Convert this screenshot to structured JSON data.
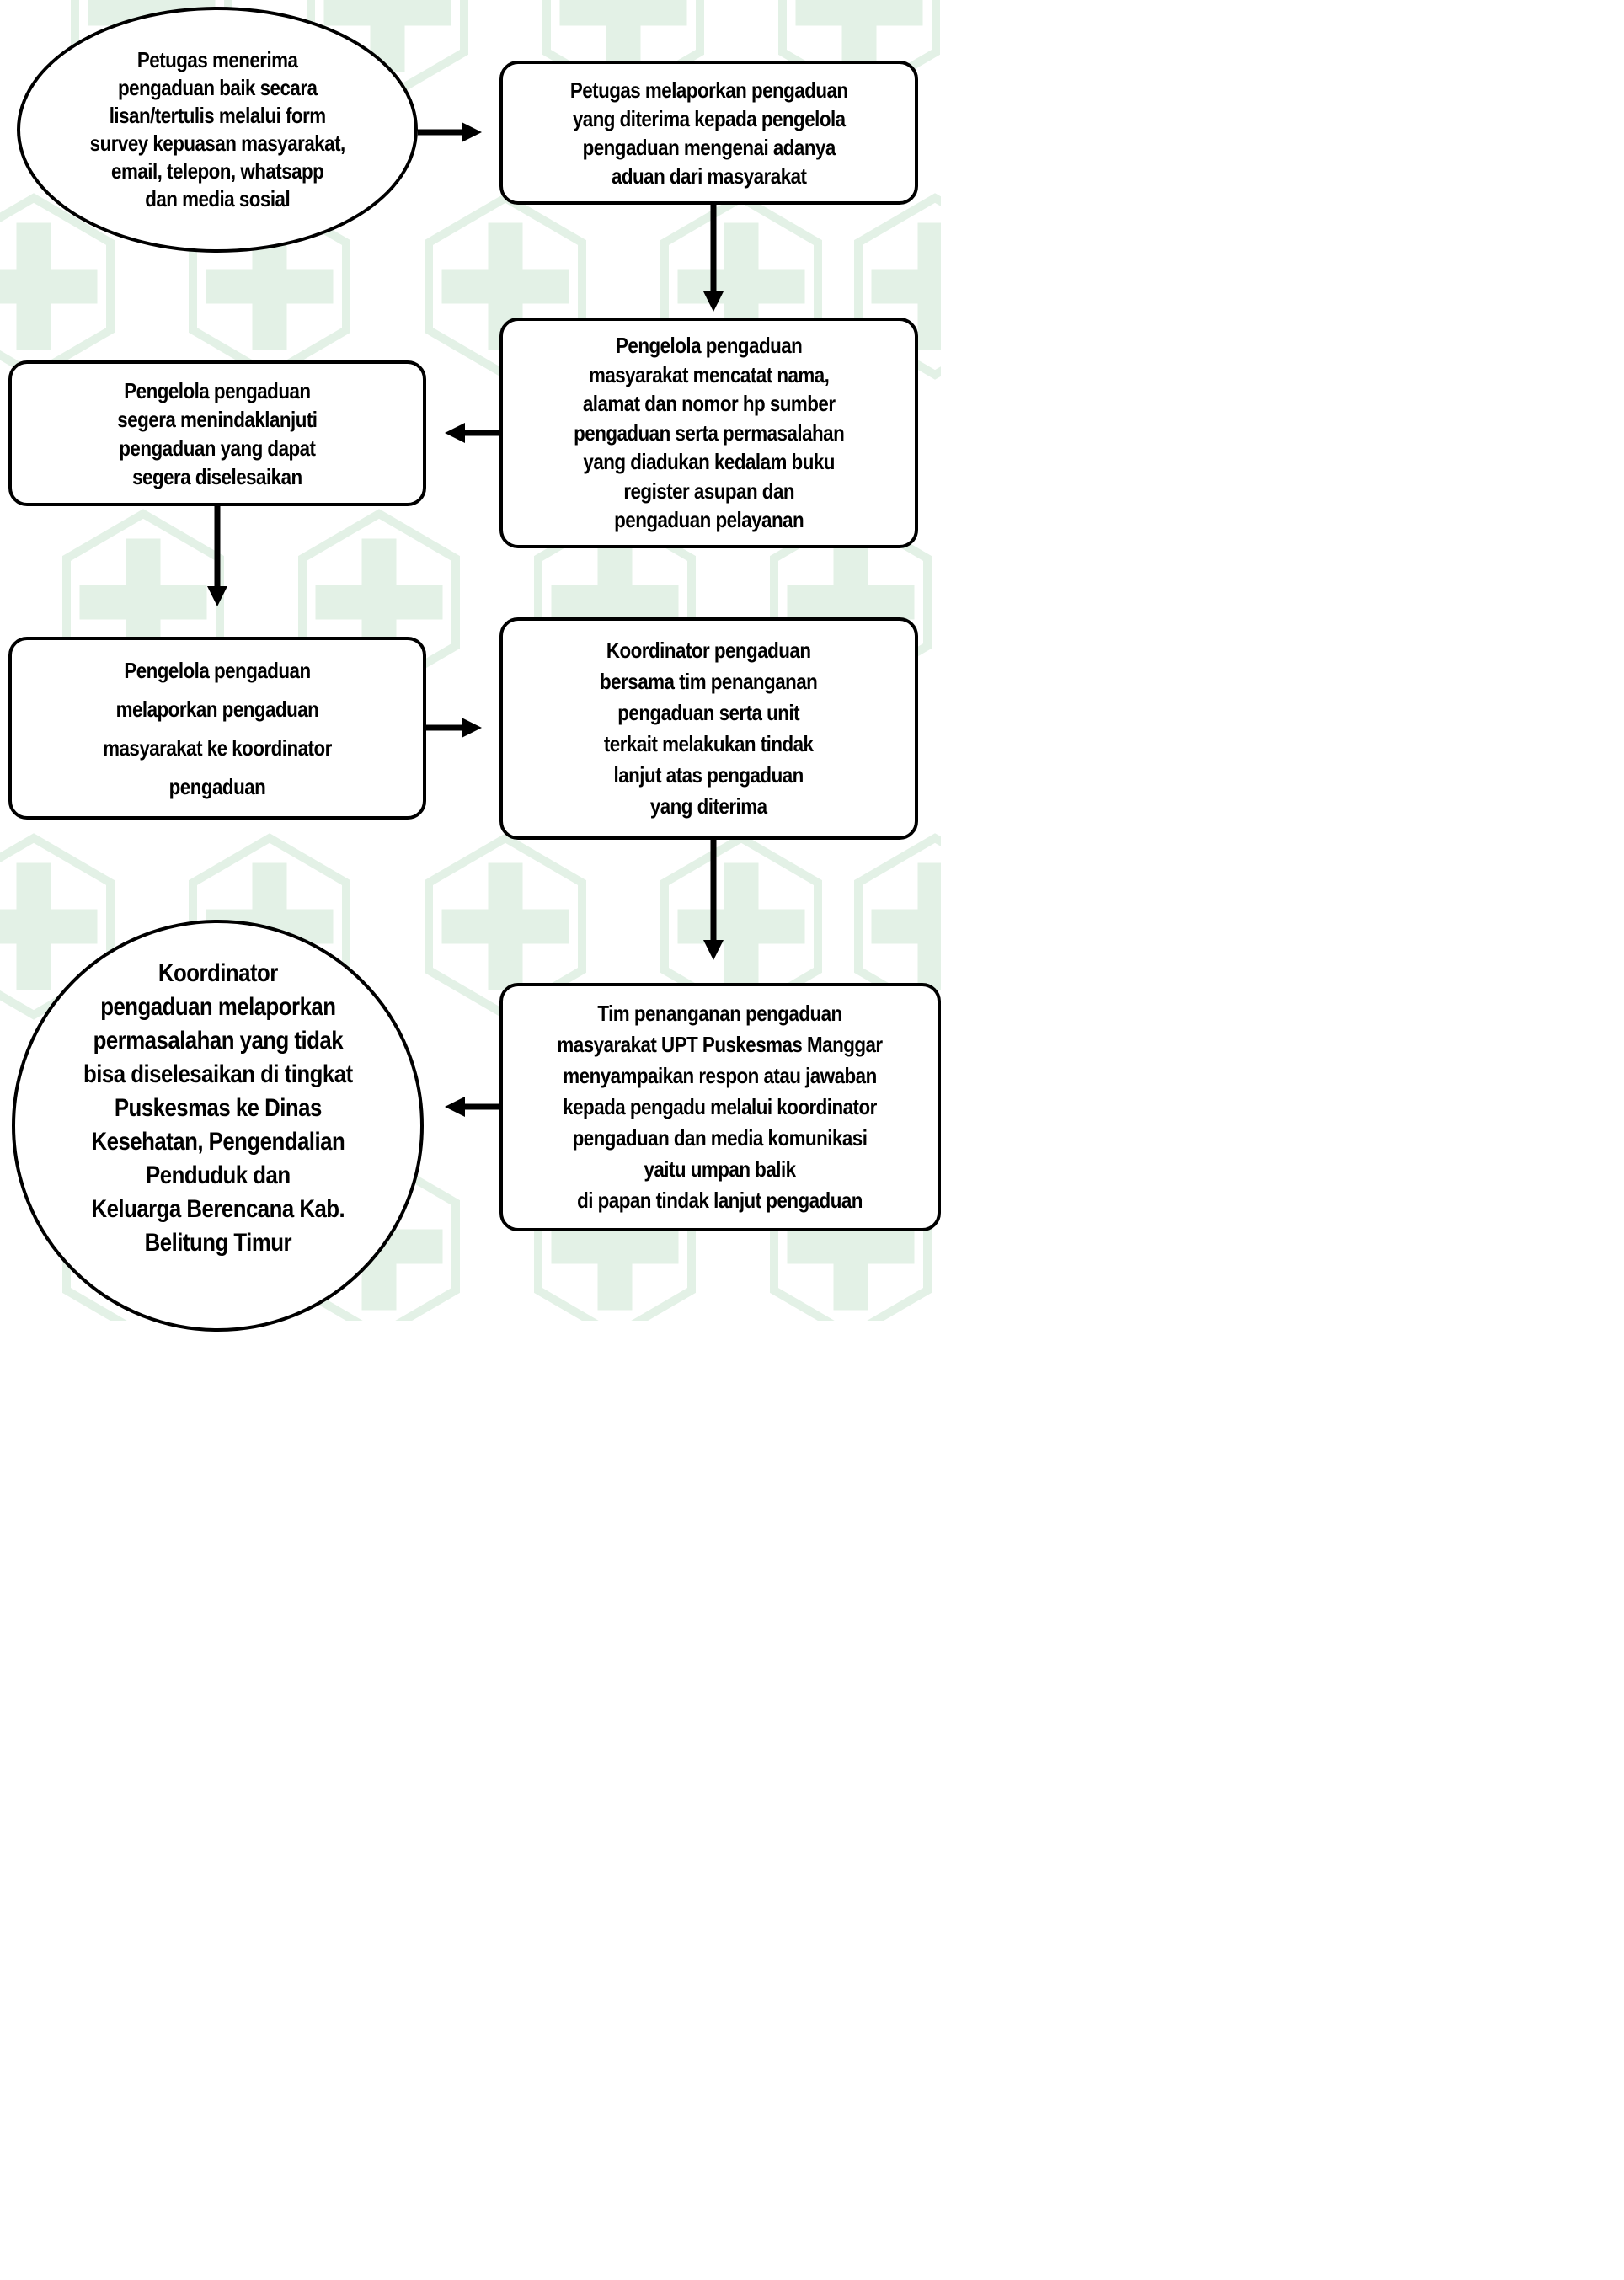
{
  "colors": {
    "pattern": "#e3f1e6",
    "stroke": "#000000",
    "fill": "#ffffff",
    "text": "#000000"
  },
  "background": {
    "icon": "health-center-cross-hexagon-icon"
  },
  "nodes": [
    {
      "id": "n1",
      "shape": "oval",
      "text": "Petugas menerima\npengaduan baik secara\nlisan/tertulis melalui form\nsurvey kepuasan masyarakat,\nemail, telepon, whatsapp\ndan media sosial"
    },
    {
      "id": "n2",
      "shape": "rounded-rectangle",
      "text": "Petugas melaporkan pengaduan\nyang diterima kepada pengelola\npengaduan mengenai adanya\naduan dari masyarakat"
    },
    {
      "id": "n3",
      "shape": "rounded-rectangle",
      "text": "Pengelola pengaduan\nmasyarakat mencatat nama,\nalamat dan nomor hp sumber\npengaduan serta permasalahan\nyang diadukan kedalam buku\nregister asupan dan\npengaduan pelayanan"
    },
    {
      "id": "n4",
      "shape": "rounded-rectangle",
      "text": "Pengelola pengaduan\nsegera menindaklanjuti\npengaduan yang dapat\nsegera diselesaikan"
    },
    {
      "id": "n5",
      "shape": "rounded-rectangle",
      "text": "Pengelola pengaduan\nmelaporkan pengaduan\nmasyarakat ke koordinator\npengaduan"
    },
    {
      "id": "n6",
      "shape": "rounded-rectangle",
      "text": "Koordinator pengaduan\nbersama tim penanganan\npengaduan serta unit\nterkait melakukan tindak\nlanjut atas pengaduan\nyang diterima"
    },
    {
      "id": "n7",
      "shape": "rounded-rectangle",
      "text": "Tim penanganan pengaduan\nmasyarakat UPT Puskesmas Manggar\nmenyampaikan respon atau jawaban\nkepada pengadu melalui koordinator\npengaduan dan media komunikasi\nyaitu umpan balik\ndi papan tindak lanjut pengaduan"
    },
    {
      "id": "n8",
      "shape": "circle",
      "text": "Koordinator\npengaduan melaporkan\npermasalahan yang tidak\nbisa diselesaikan di tingkat\nPuskesmas ke Dinas\nKesehatan, Pengendalian\nPenduduk dan\nKeluarga Berencana Kab.\nBelitung Timur"
    }
  ],
  "edges": [
    {
      "from": "n1",
      "to": "n2"
    },
    {
      "from": "n2",
      "to": "n3"
    },
    {
      "from": "n3",
      "to": "n4"
    },
    {
      "from": "n4",
      "to": "n5"
    },
    {
      "from": "n5",
      "to": "n6"
    },
    {
      "from": "n6",
      "to": "n7"
    },
    {
      "from": "n7",
      "to": "n8"
    }
  ]
}
